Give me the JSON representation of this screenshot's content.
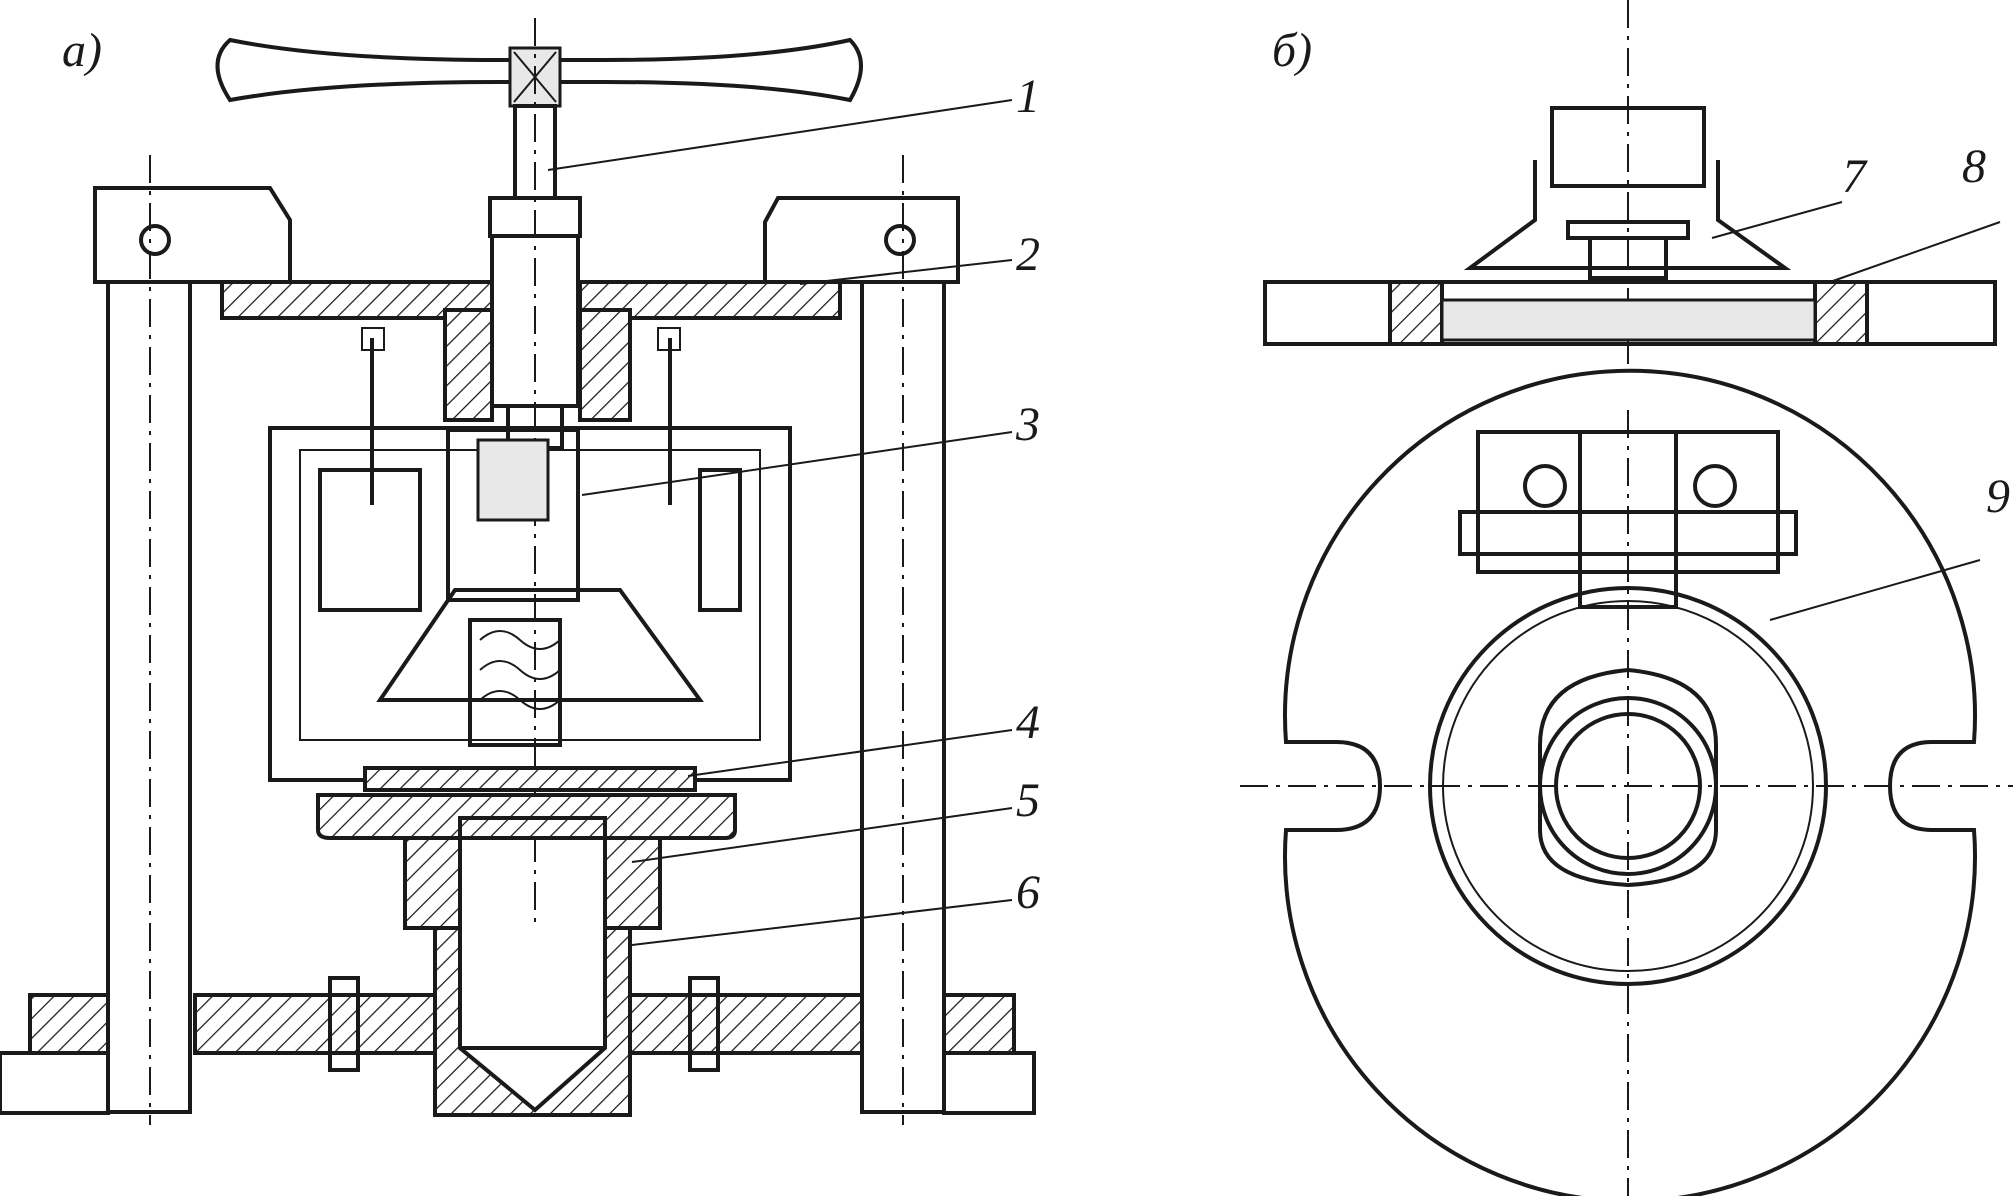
{
  "view_labels": {
    "a": "a)",
    "b": "б)"
  },
  "callouts": [
    "1",
    "2",
    "3",
    "4",
    "5",
    "6",
    "7",
    "8",
    "9"
  ]
}
